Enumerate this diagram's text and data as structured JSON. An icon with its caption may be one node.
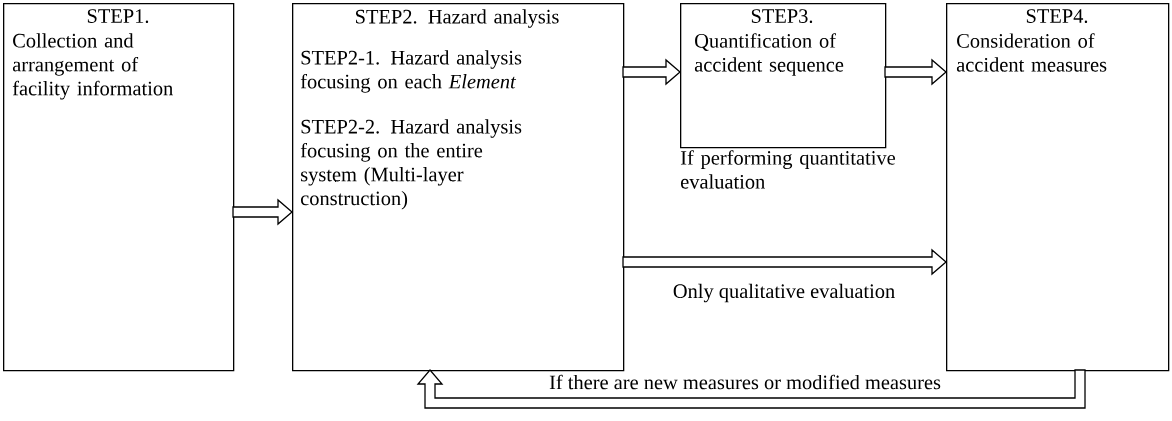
{
  "diagram": {
    "nodes": [
      {
        "text": [
          "STEP1.",
          "Collection and arrangement of facility information"
        ]
      },
      {
        "text": [
          "STEP2. Hazard analysis",
          "STEP2-1. Hazard analysis focusing on each *Element*",
          "STEP2-2. Hazard analysis focusing on the entire system (Multi-layer construction)"
        ]
      },
      {
        "text": [
          "STEP3.",
          "Quantification of accident sequence"
        ],
        "beside": [
          "If performing quantitative evaluation"
        ]
      },
      {
        "text": [
          "STEP4.",
          "Consideration of accident measures"
        ]
      }
    ],
    "edges": [
      {
        "from": 0,
        "to": 1,
        "arrow": "to"
      },
      {
        "from": 1,
        "to": 2,
        "arrow": "to"
      },
      {
        "from": 2,
        "to": 3,
        "arrow": "to"
      },
      {
        "from": 1,
        "to": 3,
        "arrow": "to",
        "label": "Only qualitative evaluation"
      },
      {
        "from": 3,
        "to": 1,
        "arrow": "to",
        "label": "If there are new measures or modified measures"
      }
    ]
  }
}
